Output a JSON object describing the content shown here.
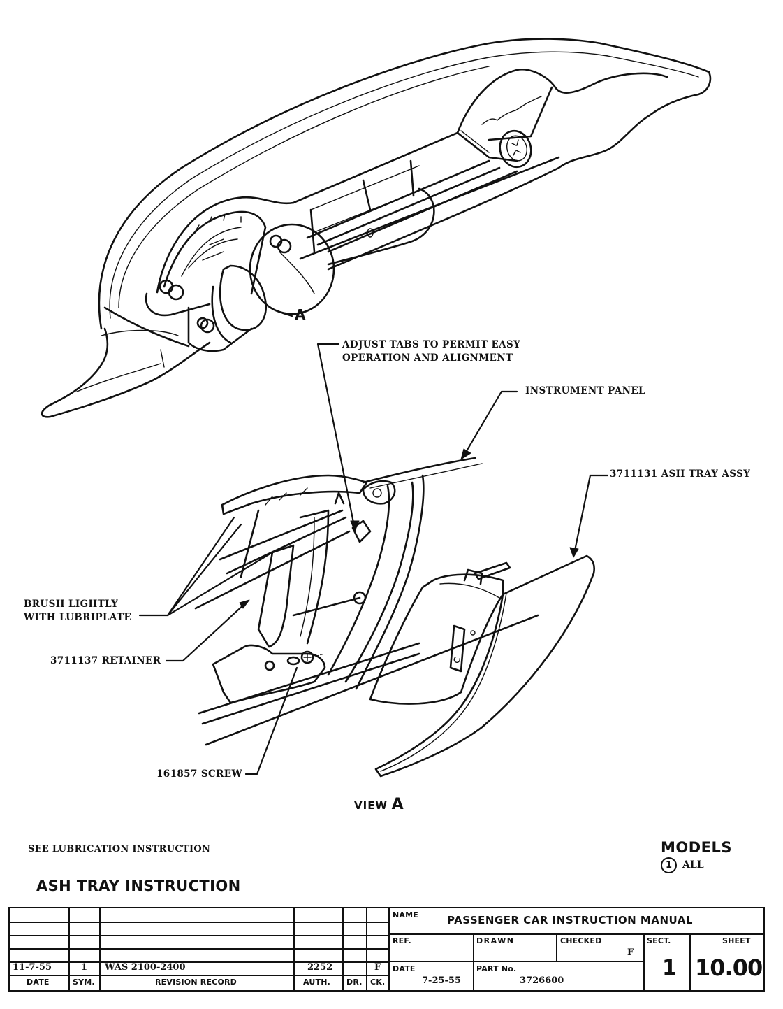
{
  "illustration": {
    "detail_circle_label": "A",
    "view_caption": "VIEW",
    "view_letter": "A"
  },
  "callouts": {
    "adjust_tabs": [
      "ADJUST TABS TO PERMIT EASY",
      "OPERATION AND ALIGNMENT"
    ],
    "instrument_panel": "INSTRUMENT PANEL",
    "ash_tray_assy": "3711131 ASH TRAY ASSY",
    "brush_lightly": [
      "BRUSH LIGHTLY",
      "WITH LUBRIPLATE"
    ],
    "retainer": "3711137 RETAINER",
    "screw": "161857 SCREW"
  },
  "notes": {
    "lubrication": "SEE LUBRICATION INSTRUCTION"
  },
  "document_title": "ASH TRAY INSTRUCTION",
  "models": {
    "title": "MODELS",
    "items": [
      {
        "number": "1",
        "label": "ALL"
      }
    ]
  },
  "title_block": {
    "revision_record": {
      "headers": [
        "DATE",
        "SYM.",
        "REVISION RECORD",
        "AUTH.",
        "DR.",
        "CK."
      ],
      "rows": [
        {
          "date": "11-7-55",
          "sym": "1",
          "record": "WAS 2100-2400",
          "auth": "2252",
          "dr": "",
          "ck": "F"
        }
      ]
    },
    "name_label": "NAME",
    "name_value": "PASSENGER CAR INSTRUCTION MANUAL",
    "ref_label": "REF.",
    "ref_value": "",
    "drawn_label": "DRAWN",
    "drawn_value": "",
    "checked_label": "CHECKED",
    "checked_value": "F",
    "date_label": "DATE",
    "date_value": "7-25-55",
    "part_no_label": "PART No.",
    "part_no_value": "3726600",
    "sect_label": "SECT.",
    "sect_value": "1",
    "sheet_label": "SHEET",
    "sheet_value": "10.00"
  }
}
